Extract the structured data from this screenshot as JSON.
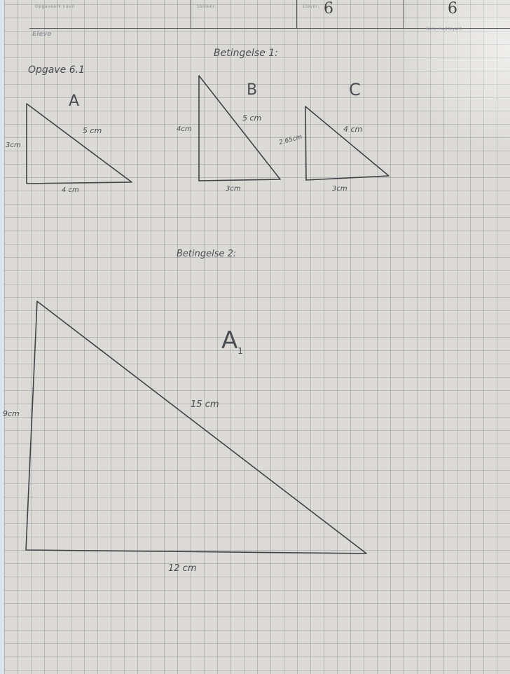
{
  "header": {
    "cell_caption_1": "Opgaveark navn",
    "cell_caption_2": "Skolenr.",
    "cell_caption_3": "Elevnr.",
    "value_3": "6",
    "value_4": "6",
    "logo": "Eleve",
    "right_print": "Skriv med blyant"
  },
  "worksheet": {
    "exercise_title": "Opgave 6.1",
    "condition_1_title": "Betingelse 1:",
    "condition_2_title": "Betingelse 2:"
  },
  "triangles": [
    {
      "name": "A",
      "left_side": "3cm",
      "hypotenuse": "5 cm",
      "bottom_side": "4 cm"
    },
    {
      "name": "B",
      "left_side": "4cm",
      "hypotenuse": "5 cm",
      "bottom_side": "3cm"
    },
    {
      "name": "C",
      "left_side": "2,65cm",
      "hypotenuse": "4 cm",
      "bottom_side": "3cm"
    },
    {
      "name": "A1",
      "left_side": "9cm",
      "hypotenuse": "15 cm",
      "bottom_side": "12 cm"
    }
  ],
  "colors": {
    "paper": "#dcdad6",
    "grid": "#78787d",
    "ink": "#4a4d52",
    "frame": "#d9e4ef"
  }
}
